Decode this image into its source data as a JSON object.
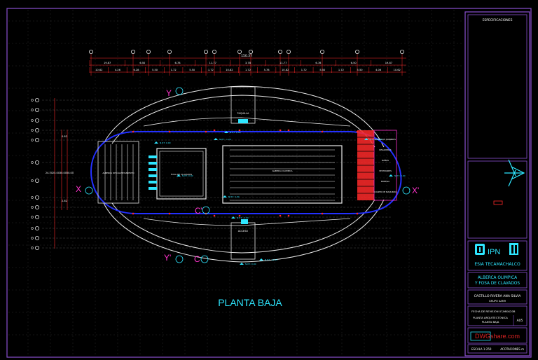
{
  "drawing": {
    "main_title": "PLANTA BAJA",
    "axis_markers": {
      "y_top": "Y",
      "y_bottom": "Y'",
      "x_left": "X",
      "x_right": "X'",
      "c_top": "C'",
      "c_bottom": "C"
    }
  },
  "title_block": {
    "specs_title": "ESPECIFICACIONES",
    "school_abbr": "IPN",
    "school_line": "ESIA   TECAMACHALCO",
    "project_line1": "ALBERCA OLIMPICA",
    "project_line2": "Y FOSA DE CLAVADOS",
    "author": "CASTILLO RIVERA ANA SILVIA",
    "group": "GRUPO 4AM9",
    "revision_date": "FECHA DE REVISION 07/MAY/20B",
    "sheet_title1": "PLANTA ARQUITECTONICA",
    "sheet_title2": "PLANTA BAJA",
    "sheet_number": "A05",
    "scale": "ESCALA 1:250",
    "units": "ACOTACIONES m",
    "watermark": "DWGshare.com"
  },
  "dimensions": {
    "row1": [
      "19.87",
      "6.50",
      "6.78",
      "11.77",
      "3.78",
      "11.77",
      "6.78",
      "6.50",
      "19.87"
    ],
    "row2": [
      "10.62",
      "4.26",
      "6.28",
      "5.50",
      "1.72",
      "5.50",
      "1.72",
      "10.82",
      "1.72",
      "5.78",
      "10.82",
      "1.72",
      "5.50",
      "1.72",
      "5.50",
      "4.06",
      "10.62"
    ],
    "total": "150.37",
    "vertical": [
      "24.50",
      "25.00",
      "30.00",
      "50.00"
    ],
    "side_small": [
      "0.82",
      "2.82"
    ]
  },
  "rooms": {
    "pool": "ALBERCA OLIMPICA",
    "diving": "FOSA DE CLAVADOS",
    "left_pool": "ALBERCA DE CALENTAMIENTO",
    "north_label": "TAQUILLA",
    "south_label": "ACCESO",
    "lockers": [
      "BAÑOS DE HOMBRES",
      "REGADERAS",
      "BAÑOS",
      "VESTIDORES",
      "BODEGA",
      "CUARTO DE MAQUINAS"
    ]
  },
  "levels": [
    "N.P.T. 0.00",
    "N.P.T. -1.20",
    "N.P.T. 0.00",
    "N.P.T. +0.45",
    "N.P.T. 0.00",
    "N.P.T. -0.10",
    "N.P.T. 0.00",
    "N.P.T. 0.00",
    "N.P.T. +0.45",
    "N.P.T. 0.00"
  ],
  "colors": {
    "background": "#000000",
    "cyan": "#2ee6ff",
    "blue": "#2330ff",
    "red": "#ff2a2a",
    "magenta": "#ff33cc",
    "purple": "#8a4fd0",
    "white": "#ffffff"
  }
}
